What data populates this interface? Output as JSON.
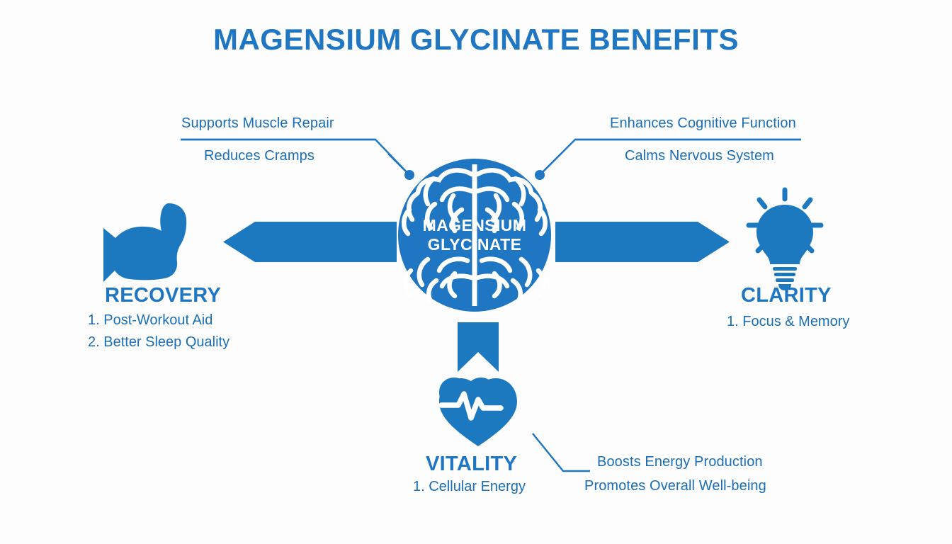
{
  "page": {
    "title": "MAGENSIUM GLYCINATE BENEFITS",
    "background_color": "#fdfdfd",
    "accent_color": "#1f76c2",
    "text_color": "#1a6eb5"
  },
  "center": {
    "icon": "brain-icon",
    "label_line_1": "MAGENSIUM",
    "label_line_2": "GLYCINATE",
    "fill_color": "#1f76c2",
    "label_color": "#ffffff"
  },
  "callouts": {
    "top_left": {
      "line_1": "Supports Muscle Repair",
      "line_2": "Reduces Cramps"
    },
    "top_right": {
      "line_1": "Enhances Cognitive Function",
      "line_2": "Calms Nervous System"
    },
    "bottom_right": {
      "line_1": "Boosts Energy Production",
      "line_2": "Promotes Overall Well-being"
    }
  },
  "nodes": [
    {
      "id": "recovery",
      "title": "RECOVERY",
      "icon": "flexed-bicep-icon",
      "arrow": "arrow-left",
      "items": [
        "1. Post-Workout Aid",
        "2. Better Sleep Quality"
      ]
    },
    {
      "id": "clarity",
      "title": "CLARITY",
      "icon": "lightbulb-icon",
      "arrow": "arrow-right",
      "items": [
        "1. Focus & Memory"
      ]
    },
    {
      "id": "vitality",
      "title": "VITALITY",
      "icon": "heart-pulse-icon",
      "arrow": "arrow-down",
      "items": [
        "1. Cellular Energy"
      ]
    }
  ]
}
